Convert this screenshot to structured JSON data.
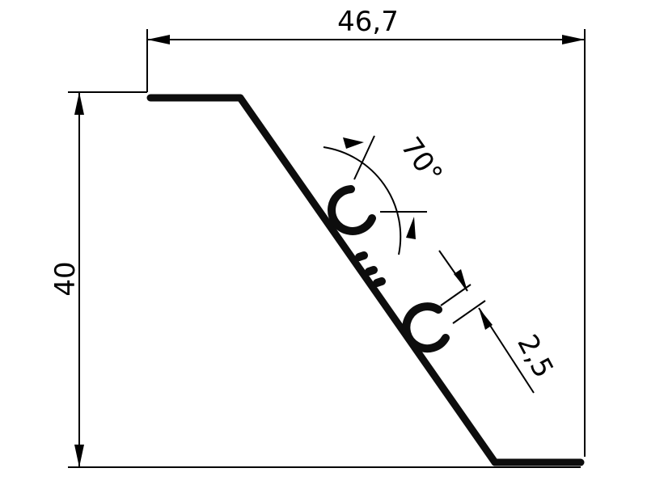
{
  "dimensions": {
    "width": "46,7",
    "height": "40",
    "angle": "70°",
    "thickness": "2,5"
  },
  "colors": {
    "profile": "#0d0d0d",
    "lines": "#000000",
    "background": "#ffffff"
  }
}
